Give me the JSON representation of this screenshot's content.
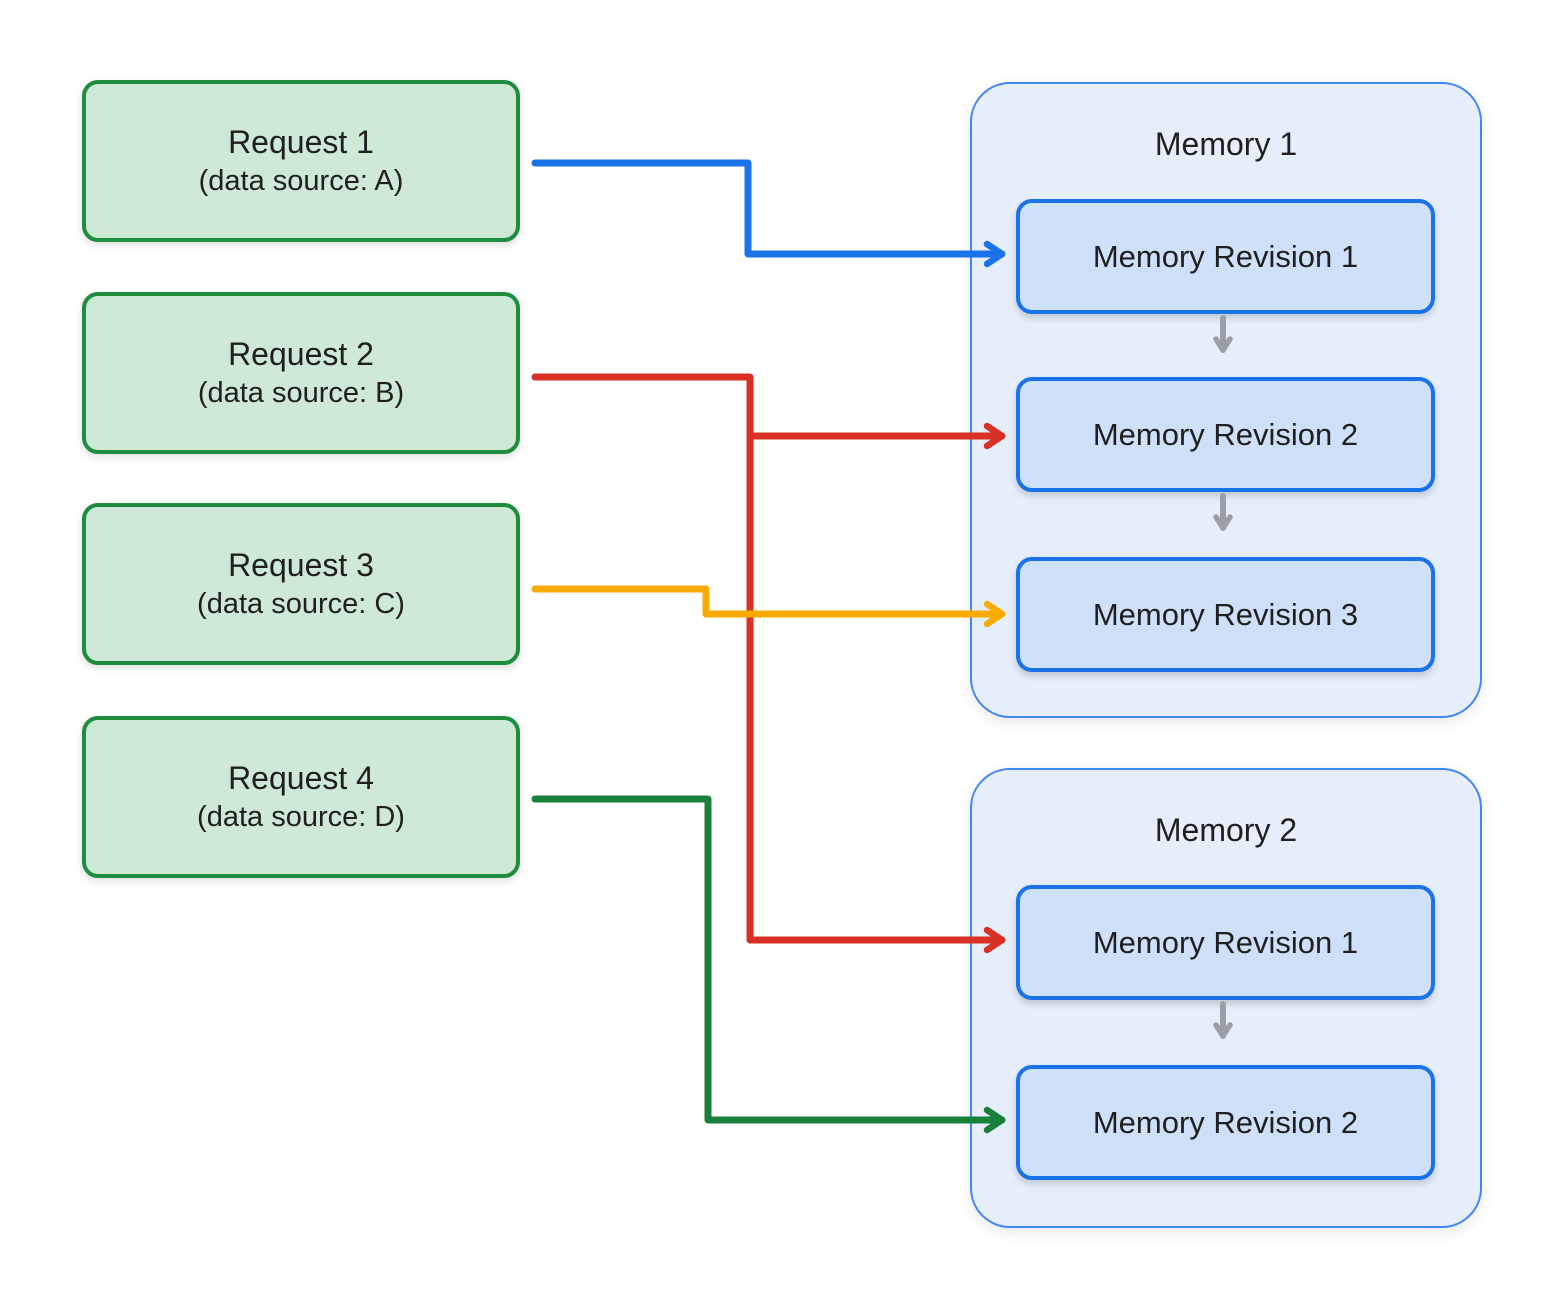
{
  "diagram": {
    "requests": [
      {
        "title": "Request 1",
        "subtitle": "(data source: A)"
      },
      {
        "title": "Request 2",
        "subtitle": "(data source: B)"
      },
      {
        "title": "Request 3",
        "subtitle": "(data source: C)"
      },
      {
        "title": "Request 4",
        "subtitle": "(data source: D)"
      }
    ],
    "memories": [
      {
        "title": "Memory 1",
        "revisions": [
          {
            "label": "Memory Revision 1"
          },
          {
            "label": "Memory Revision 2"
          },
          {
            "label": "Memory Revision 3"
          }
        ]
      },
      {
        "title": "Memory 2",
        "revisions": [
          {
            "label": "Memory Revision 1"
          },
          {
            "label": "Memory Revision 2"
          }
        ]
      }
    ],
    "connections": [
      {
        "from": "Request 1",
        "to": "Memory 1 / Memory Revision 1",
        "color_name": "blue"
      },
      {
        "from": "Request 2",
        "to": "Memory 1 / Memory Revision 2",
        "color_name": "red"
      },
      {
        "from": "Request 2",
        "to": "Memory 2 / Memory Revision 1",
        "color_name": "red"
      },
      {
        "from": "Request 3",
        "to": "Memory 1 / Memory Revision 3",
        "color_name": "yellow"
      },
      {
        "from": "Request 4",
        "to": "Memory 2 / Memory Revision 2",
        "color_name": "green"
      }
    ],
    "colors": {
      "request_fill": "#CEE9D6",
      "request_border": "#1E8E3E",
      "memory_fill": "#E7EEFB",
      "memory_border": "#4285F4",
      "revision_fill": "#CFE1FA",
      "revision_border": "#1A73E8",
      "arrow_blue": "#1A73E8",
      "arrow_red": "#D93025",
      "arrow_yellow": "#F9AB00",
      "arrow_green": "#188038",
      "arrow_gray": "#9AA0A6",
      "text": "#1F1F1F"
    }
  }
}
